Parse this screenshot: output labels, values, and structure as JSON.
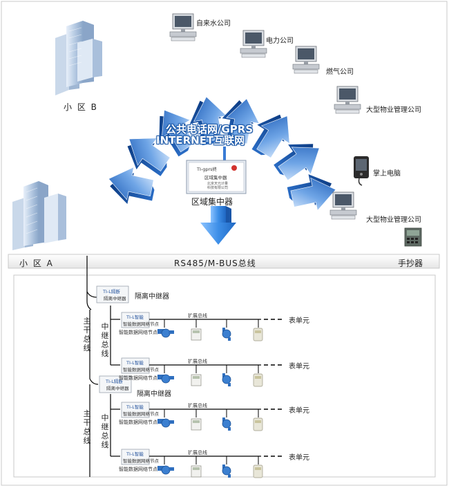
{
  "network": {
    "line1": "公共电话网/GPRS",
    "line2": "INTERNET互联网"
  },
  "companies": {
    "water": "自来水公司",
    "power": "电力公司",
    "gas": "燃气公司",
    "property1": "大型物业管理公司",
    "pda": "掌上电脑",
    "property2": "大型物业管理公司"
  },
  "concentrator": {
    "label": "区域集中器",
    "screen_title": "TI-gprs终",
    "screen_sub": "区域集中器",
    "screen_line1": "北京天元计量",
    "screen_line2": "科技有限公司"
  },
  "districts": {
    "b": "小 区 B",
    "a": "小 区 A"
  },
  "bus": {
    "label": "RS485/M-BUS总线",
    "handheld": "手抄器"
  },
  "repeater": {
    "label": "隔离中继器",
    "box_title": "TI-L隔断",
    "box_sub": "隔离中继器"
  },
  "trunk": {
    "main": "主干总线",
    "relay": "中继总线"
  },
  "node": {
    "label": "智能数据网络节点",
    "box_title": "TI-L智能",
    "box_sub": "智能数据网络节点"
  },
  "expansion_bus": "扩展总线",
  "meter_unit": "表单元"
}
